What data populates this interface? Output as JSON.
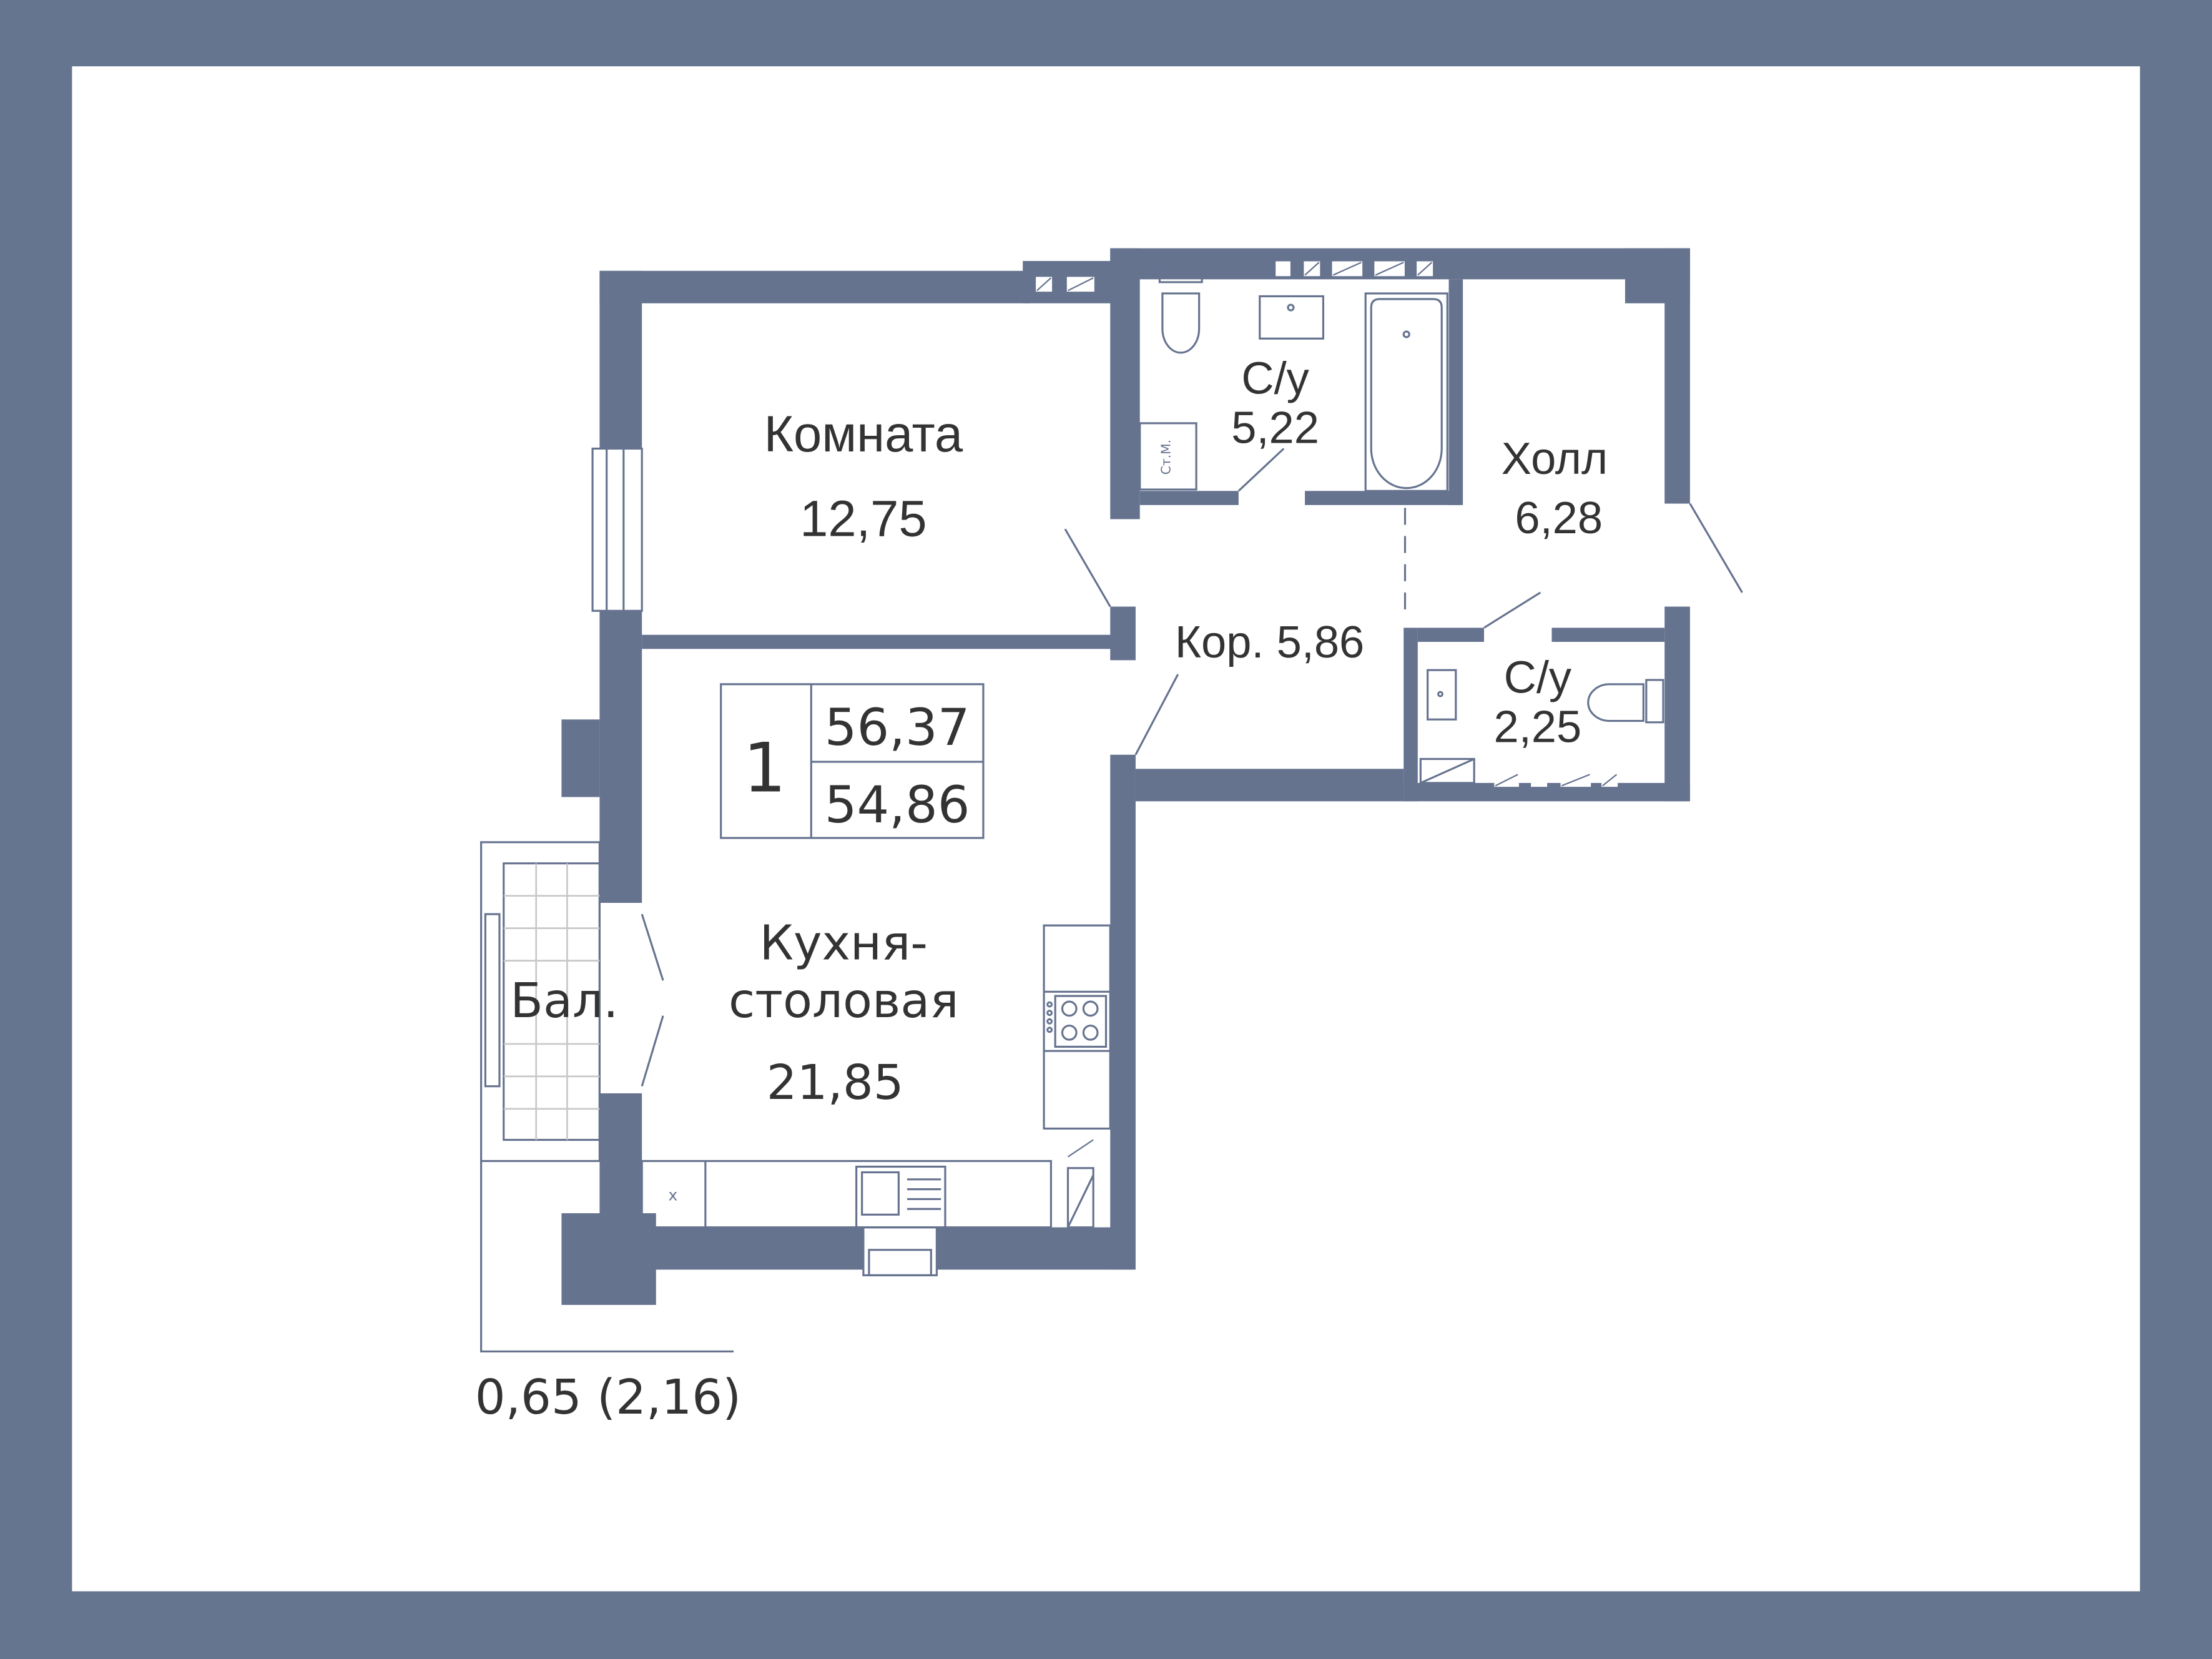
{
  "colors": {
    "frame": "#66758f",
    "wall": "#66738f",
    "background": "#ffffff",
    "text": "#333333",
    "tile_grid": "#c8c8c8"
  },
  "apartment": {
    "rooms_count": "1",
    "total_area": "56,37",
    "living_area": "54,86"
  },
  "rooms": {
    "room": {
      "name": "Комната",
      "area": "12,75"
    },
    "bath1": {
      "name": "С/у",
      "area": "5,22"
    },
    "hall": {
      "name": "Холл",
      "area": "6,28"
    },
    "corridor": {
      "label": "Кор. 5,86"
    },
    "bath2": {
      "name": "С/у",
      "area": "2,25"
    },
    "kitchen": {
      "name_line1": "Кухня-",
      "name_line2": "столовая",
      "area": "21,85"
    },
    "balcony": {
      "name": "Бал.",
      "area": "0,65 (2,16)"
    }
  },
  "fixtures": {
    "washing_machine_label": "Ст.М.",
    "kitchen_mark": "x"
  }
}
